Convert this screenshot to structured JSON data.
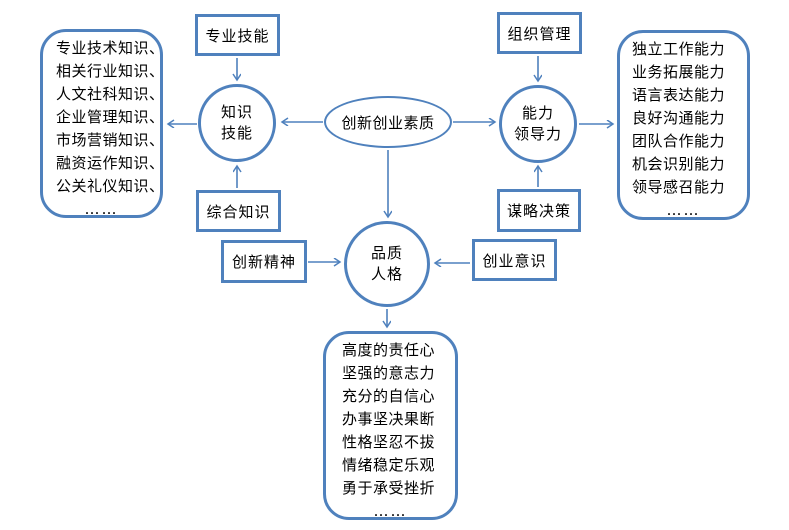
{
  "diagram": {
    "accent_color": "#4f81bd",
    "text_color": "#000000",
    "center_ellipse": {
      "label": "创新创业素质"
    },
    "circles": {
      "knowledge": {
        "line1": "知识",
        "line2": "技能"
      },
      "ability": {
        "line1": "能力",
        "line2": "领导力"
      },
      "personality": {
        "line1": "品质",
        "line2": "人格"
      }
    },
    "rects": {
      "professional_skill": {
        "label": "专业技能"
      },
      "organization_management": {
        "label": "组织管理"
      },
      "comprehensive_knowledge": {
        "label": "综合知识"
      },
      "strategy_decision": {
        "label": "谋略决策"
      },
      "innovation_spirit": {
        "label": "创新精神"
      },
      "entrepreneurship_awareness": {
        "label": "创业意识"
      }
    },
    "list_boxes": {
      "knowledge_items": {
        "items": [
          "专业技术知识、",
          "相关行业知识、",
          "人文社科知识、",
          "企业管理知识、",
          "市场营销知识、",
          "融资运作知识、",
          "公关礼仪知识、",
          "……"
        ]
      },
      "ability_items": {
        "items": [
          "独立工作能力",
          "业务拓展能力",
          "语言表达能力",
          "良好沟通能力",
          "团队合作能力",
          "机会识别能力",
          "领导感召能力",
          "……"
        ]
      },
      "personality_items": {
        "items": [
          "高度的责任心",
          "坚强的意志力",
          "充分的自信心",
          "办事坚决果断",
          "性格坚忍不拔",
          "情绪稳定乐观",
          "勇于承受挫折",
          "……"
        ]
      }
    }
  }
}
